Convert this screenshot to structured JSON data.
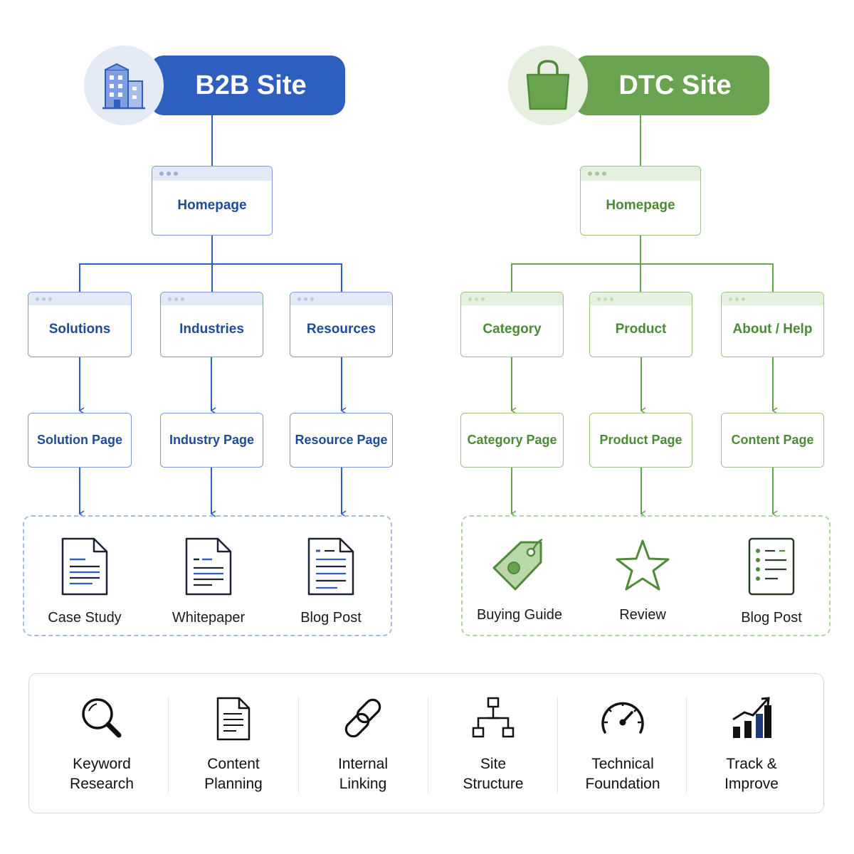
{
  "b2b": {
    "title": "B2B Site",
    "homepage": "Homepage",
    "sections": [
      "Solutions",
      "Industries",
      "Resources"
    ],
    "pages": [
      "Solution Page",
      "Industry Page",
      "Resource Page"
    ],
    "content": [
      "Case Study",
      "Whitepaper",
      "Blog Post"
    ],
    "color": "#2f5fbe"
  },
  "dtc": {
    "title": "DTC Site",
    "homepage": "Homepage",
    "sections": [
      "Category",
      "Product",
      "About / Help"
    ],
    "pages": [
      "Category Page",
      "Product Page",
      "Content Page"
    ],
    "content": [
      "Buying Guide",
      "Review",
      "Blog Post"
    ],
    "color": "#6aa34f"
  },
  "pillars": [
    {
      "line1": "Keyword",
      "line2": "Research",
      "icon": "magnifier-icon"
    },
    {
      "line1": "Content",
      "line2": "Planning",
      "icon": "document-icon"
    },
    {
      "line1": "Internal",
      "line2": "Linking",
      "icon": "link-icon"
    },
    {
      "line1": "Site",
      "line2": "Structure",
      "icon": "sitemap-icon"
    },
    {
      "line1": "Technical",
      "line2": "Foundation",
      "icon": "gauge-icon"
    },
    {
      "line1": "Track &",
      "line2": "Improve",
      "icon": "bar-chart-icon"
    }
  ]
}
